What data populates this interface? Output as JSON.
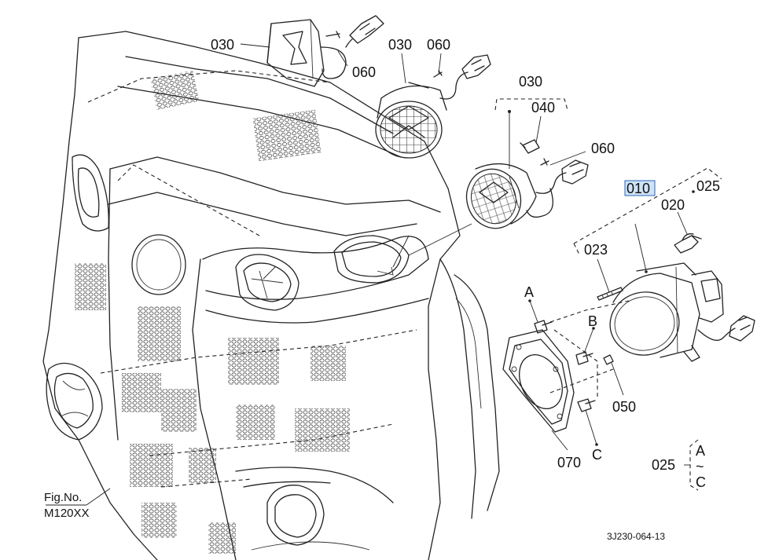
{
  "callouts": {
    "c030_a": "030",
    "c060_a": "060",
    "c030_b": "030",
    "c060_b": "060",
    "c030_c": "030",
    "c040": "040",
    "c060_c": "060",
    "c010": "010",
    "c025_a": "025",
    "c020": "020",
    "c023": "023",
    "cA": "A",
    "cB": "B",
    "c050": "050",
    "c070": "070",
    "cC": "C",
    "c025_b": "025",
    "range_a": "A",
    "range_tilde": "~",
    "range_c": "C"
  },
  "footer": {
    "fig_label": "Fig.No.",
    "fig_number": "M120XX",
    "drawing_code": "3J230-064-13"
  },
  "colors": {
    "line": "#222222",
    "highlight_fill": "#cfe3f7",
    "highlight_stroke": "#2a66b8"
  }
}
